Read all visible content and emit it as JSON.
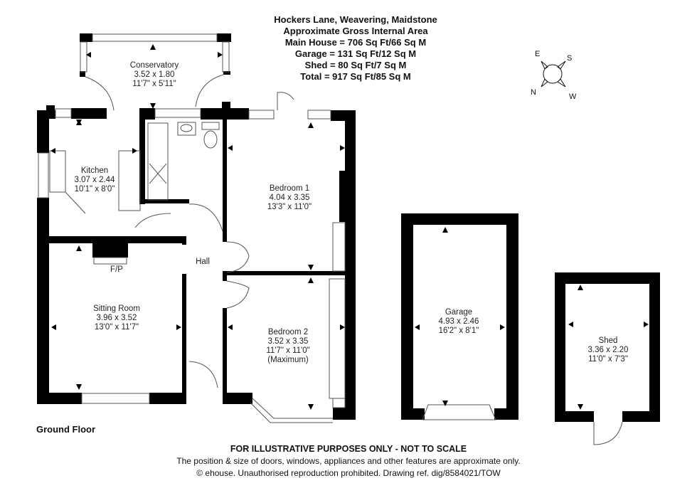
{
  "header": {
    "address": "Hockers Lane, Weavering, Maidstone",
    "subtitle": "Approximate Gross Internal Area",
    "areas": [
      "Main House = 706 Sq Ft/66 Sq M",
      "Garage = 131 Sq Ft/12 Sq M",
      "Shed = 80 Sq Ft/7 Sq M",
      "Total = 917 Sq Ft/85 Sq M"
    ]
  },
  "compass": {
    "icon": "compass-icon",
    "labels": {
      "top_left": "E",
      "top_right": "S",
      "bottom_left": "N",
      "bottom_right": "W"
    }
  },
  "rooms": {
    "conservatory": {
      "name": "Conservatory",
      "metric": "3.52 x 1.80",
      "imperial": "11'7\" x 5'11\""
    },
    "kitchen": {
      "name": "Kitchen",
      "metric": "3.07 x 2.44",
      "imperial": "10'1\" x 8'0\""
    },
    "bedroom1": {
      "name": "Bedroom 1",
      "metric": "4.04 x 3.35",
      "imperial": "13'3\" x 11'0\""
    },
    "hall": {
      "name": "Hall"
    },
    "fireplace": {
      "name": "F/P"
    },
    "sitting_room": {
      "name": "Sitting Room",
      "metric": "3.96 x 3.52",
      "imperial": "13'0\" x 11'7\""
    },
    "bedroom2": {
      "name": "Bedroom 2",
      "metric": "3.52 x 3.35",
      "imperial": "11'7\" x 11'0\"",
      "note": "(Maximum)"
    },
    "garage": {
      "name": "Garage",
      "metric": "4.93 x 2.46",
      "imperial": "16'2\" x 8'1\""
    },
    "shed": {
      "name": "Shed",
      "metric": "3.36 x 2.20",
      "imperial": "11'0\" x 7'3\""
    }
  },
  "floor_label": "Ground Floor",
  "footer": {
    "disclaimer": "FOR ILLUSTRATIVE PURPOSES ONLY - NOT TO SCALE",
    "note": "The position & size of doors, windows, appliances and other features are approximate only.",
    "copyright": "© ehouse. Unauthorised reproduction prohibited. Drawing ref. dig/8584021/TOW"
  },
  "colors": {
    "wall": "#000000",
    "line": "#555555",
    "background": "#ffffff"
  }
}
